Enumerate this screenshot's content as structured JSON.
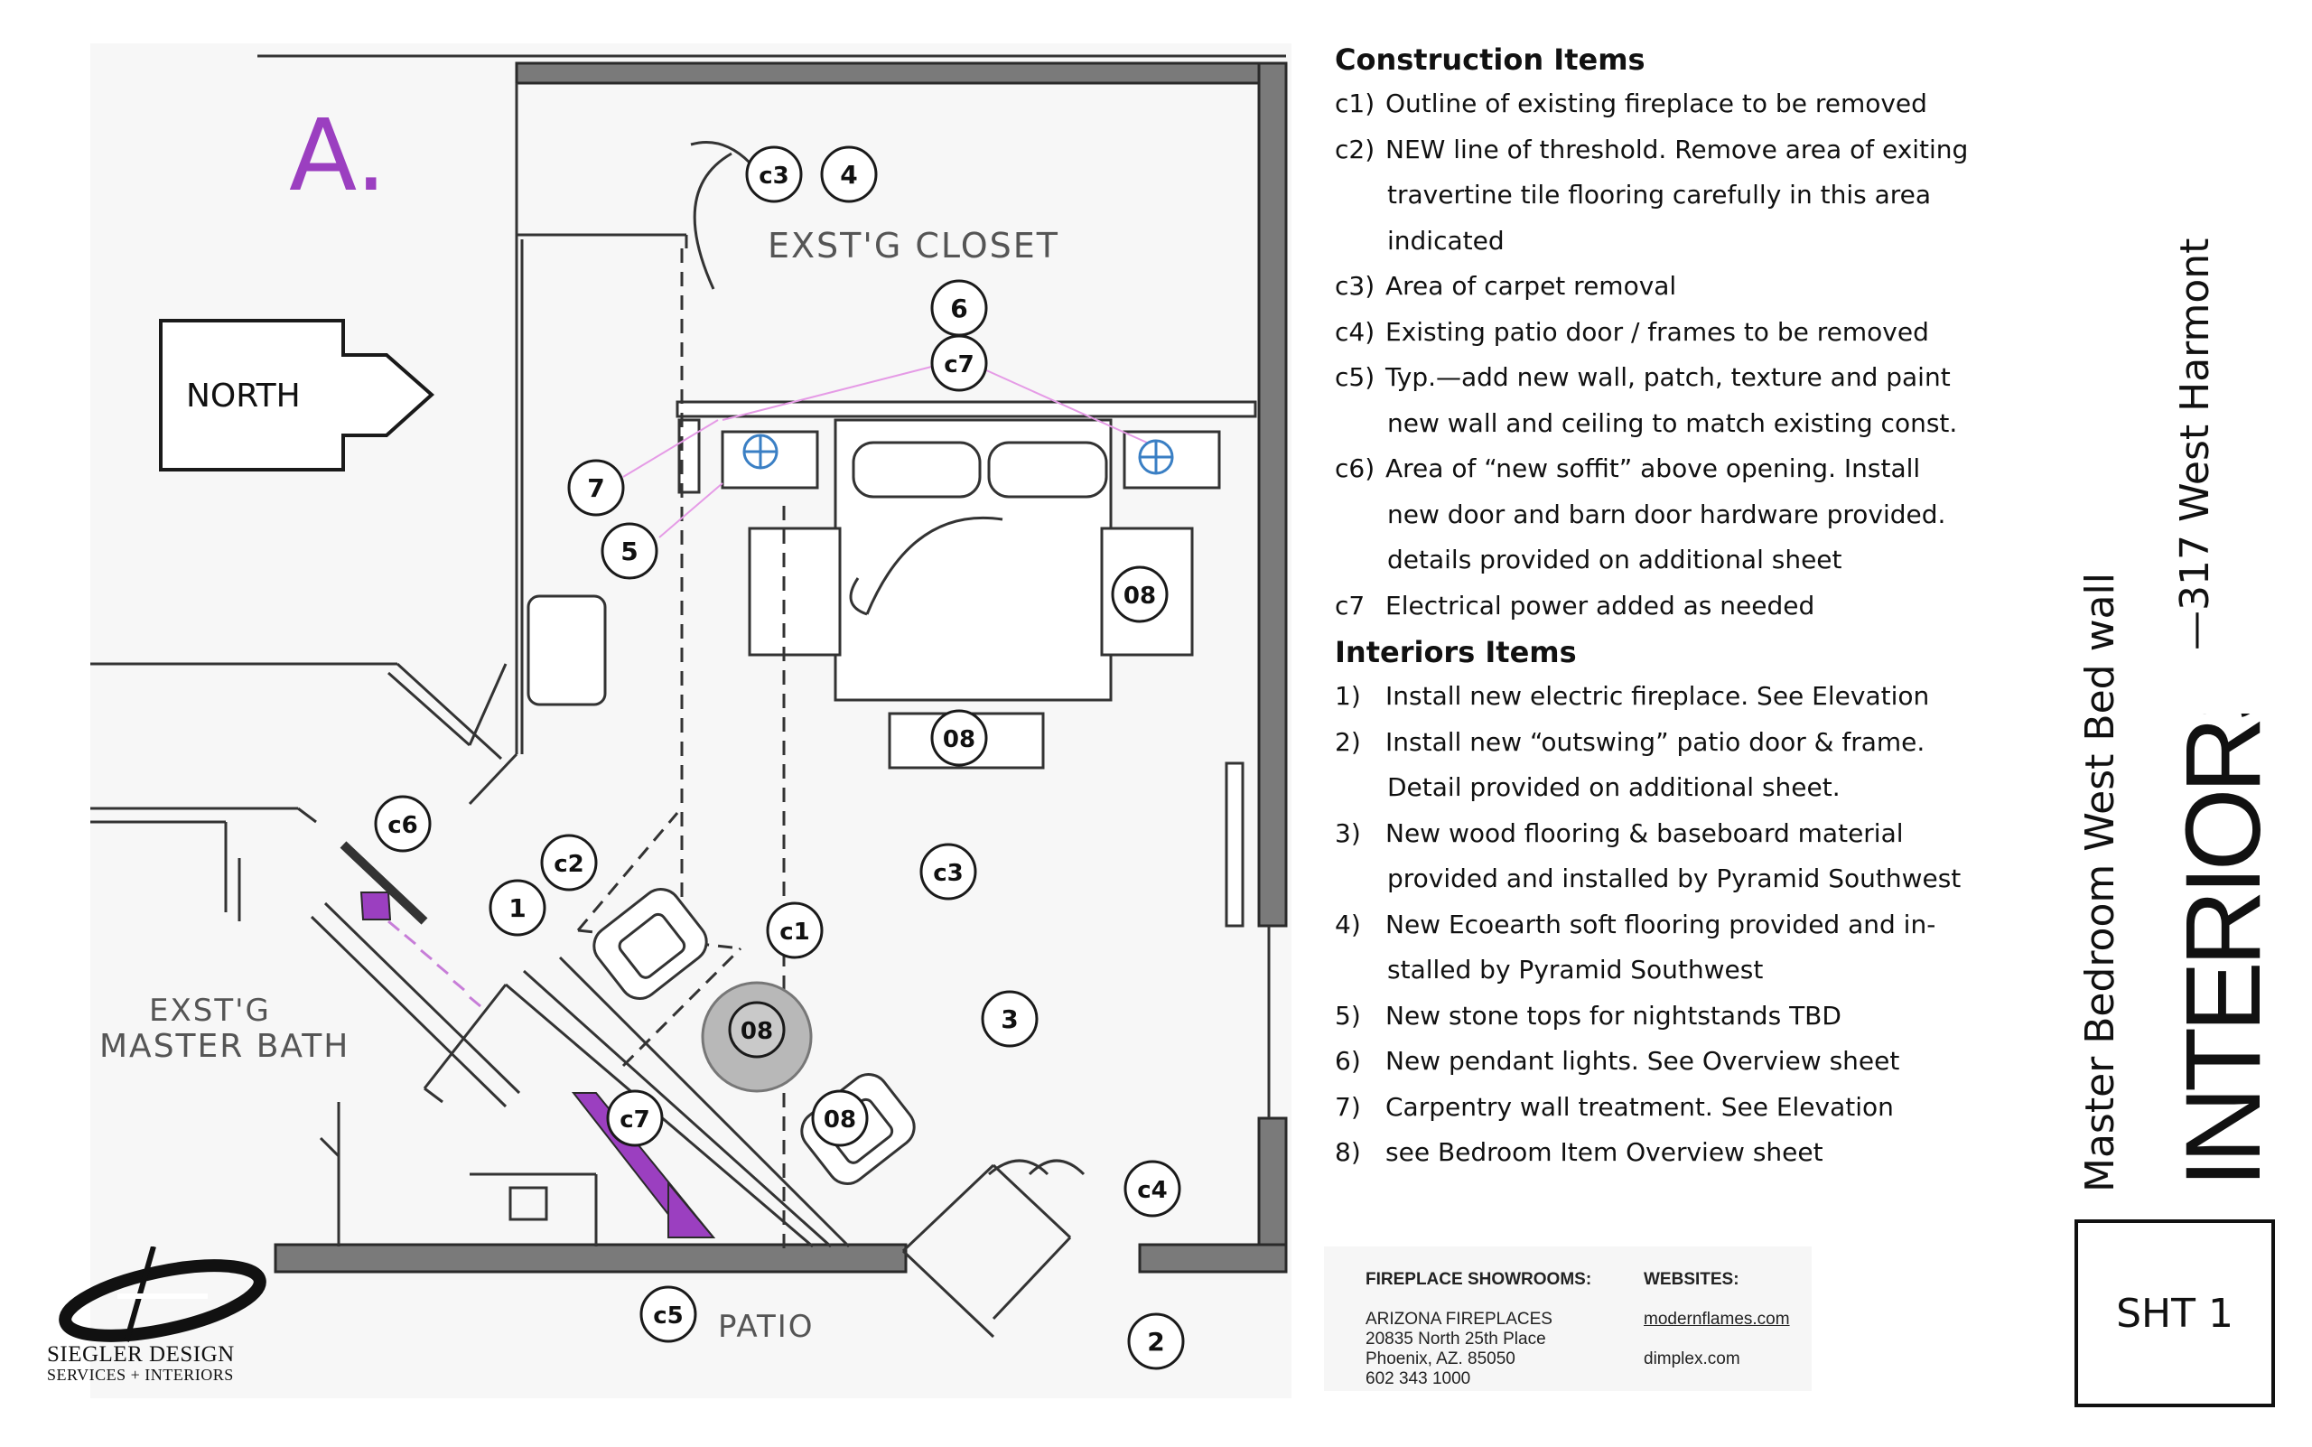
{
  "plan": {
    "section_mark": "A.",
    "north_label": "NORTH",
    "room_closet": "EXST'G CLOSET",
    "room_bath_1": "EXST'G",
    "room_bath_2": "MASTER BATH",
    "patio_label": "PATIO",
    "tags": [
      {
        "id": "c3",
        "text": "c3"
      },
      {
        "id": "4",
        "text": "4"
      },
      {
        "id": "6",
        "text": "6"
      },
      {
        "id": "c7a",
        "text": "c7"
      },
      {
        "id": "7",
        "text": "7"
      },
      {
        "id": "5",
        "text": "5"
      },
      {
        "id": "08a",
        "text": "08"
      },
      {
        "id": "08b",
        "text": "08"
      },
      {
        "id": "c6",
        "text": "c6"
      },
      {
        "id": "c2",
        "text": "c2"
      },
      {
        "id": "1",
        "text": "1"
      },
      {
        "id": "c1",
        "text": "c1"
      },
      {
        "id": "c3b",
        "text": "c3"
      },
      {
        "id": "08c",
        "text": "08"
      },
      {
        "id": "3",
        "text": "3"
      },
      {
        "id": "c7b",
        "text": "c7"
      },
      {
        "id": "08d",
        "text": "08"
      },
      {
        "id": "c4",
        "text": "c4"
      },
      {
        "id": "c5",
        "text": "c5"
      },
      {
        "id": "2",
        "text": "2"
      }
    ]
  },
  "construction": {
    "title": "Construction Items",
    "items": [
      {
        "key": "c1)",
        "text": "Outline of existing fireplace to be removed"
      },
      {
        "key": "c2)",
        "text": "NEW line of threshold. Remove area of exiting"
      },
      {
        "key": "",
        "text": "travertine tile flooring carefully in this area"
      },
      {
        "key": "",
        "text": "indicated"
      },
      {
        "key": "c3)",
        "text": "Area of carpet removal"
      },
      {
        "key": "c4)",
        "text": "Existing patio door / frames to be removed"
      },
      {
        "key": "c5)",
        "text": "Typ.—add new wall, patch, texture and paint"
      },
      {
        "key": "",
        "text": " new wall and ceiling to match existing const."
      },
      {
        "key": "c6)",
        "text": "Area of “new soffit” above opening.  Install"
      },
      {
        "key": "",
        "text": "new door and barn door hardware provided."
      },
      {
        "key": "",
        "text": "details provided on additional sheet"
      },
      {
        "key": "c7",
        "text": "Electrical power added as needed"
      }
    ]
  },
  "interiors": {
    "title": "Interiors Items",
    "items": [
      {
        "key": "1)",
        "text": "Install new electric fireplace.  See Elevation"
      },
      {
        "key": "2)",
        "text": "Install new “outswing” patio door & frame."
      },
      {
        "key": "",
        "text": "Detail provided on additional sheet."
      },
      {
        "key": "3)",
        "text": "New wood flooring & baseboard material"
      },
      {
        "key": "",
        "text": "provided and installed by Pyramid Southwest"
      },
      {
        "key": "4)",
        "text": "New Ecoearth soft flooring provided and in-"
      },
      {
        "key": "",
        "text": "stalled by Pyramid Southwest"
      },
      {
        "key": "5)",
        "text": "New stone tops for nightstands TBD"
      },
      {
        "key": "6)",
        "text": "New pendant lights.  See Overview sheet"
      },
      {
        "key": "7)",
        "text": "Carpentry wall treatment.  See Elevation"
      },
      {
        "key": "8)",
        "text": "see Bedroom Item Overview sheet"
      }
    ]
  },
  "title_block": {
    "sheet_title": "Master Bedroom West Bed wall",
    "address": "—317 West Harmont",
    "brand": "INTERIORS",
    "sheet": "SHT 1"
  },
  "showroom": {
    "heading": "FIREPLACE SHOWROOMS:",
    "websites_heading": "WEBSITES:",
    "name": "ARIZONA FIREPLACES",
    "street": "20835 North 25th Place",
    "city": "Phoenix, AZ. 85050",
    "phone": "602 343 1000",
    "site1": "modernflames.com",
    "site2": "dimplex.com"
  },
  "company": {
    "line1": "SIEGLER DESIGN",
    "line2": "SERVICES + INTERIORS"
  },
  "colors": {
    "ink": "#2a2a2a",
    "wall": "#6d6d6d",
    "accent_purple": "#9b3fc0",
    "pink_line": "#e59be6",
    "outlet_blue": "#3a7fc4"
  }
}
